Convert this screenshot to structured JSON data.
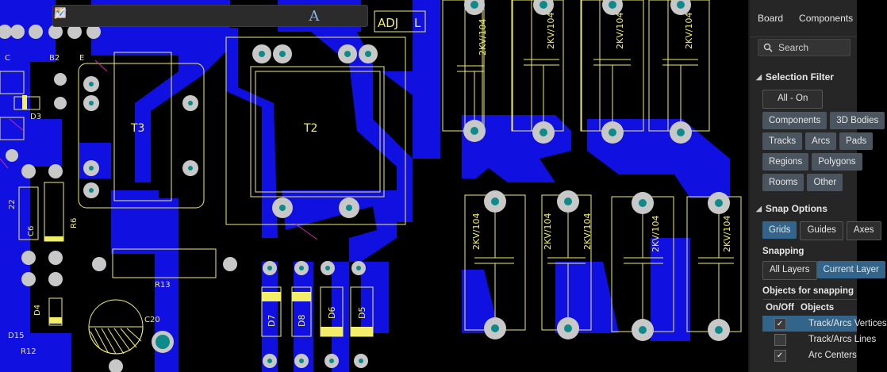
{
  "toolbar": {
    "icons": [
      "filter-icon",
      "route-icon",
      "crosshair-icon",
      "select-rect-icon",
      "chart-icon",
      "component-icon",
      "interactive-route-icon",
      "diff-pair-icon",
      "pin-icon",
      "polygon-icon",
      "keepout-icon",
      "net-icon",
      "string-icon",
      "line-icon"
    ],
    "text_tool": "A"
  },
  "pcb": {
    "designators": {
      "t3": "T3",
      "t2": "T2",
      "r13": "R13",
      "c20": "C20",
      "d7": "D7",
      "d8": "D8",
      "d6": "D6",
      "d5": "D5",
      "d4": "D4",
      "d3": "D3",
      "d15": "D15",
      "r12": "R12",
      "r6": "R6",
      "c6": "C6",
      "c": "C",
      "b2": "B2",
      "e": "E",
      "adj": "ADJ",
      "l": "L",
      "v22": "22"
    },
    "cap_value": "2KV/104",
    "colors": {
      "copper": "#1010e0",
      "silk": "#f2ee6a",
      "pad": "#c8c8c8",
      "hole": "#0e8a8a",
      "magenta": "#cc2aa0",
      "bg": "#000000"
    }
  },
  "panel": {
    "tabs": [
      "Board",
      "Components"
    ],
    "search_placeholder": "Search",
    "selection_filter": {
      "title": "Selection Filter",
      "all_on": "All - On",
      "chips_row1": [
        "Components",
        "3D Bodies"
      ],
      "chips_row2": [
        "Tracks",
        "Arcs",
        "Pads"
      ],
      "chips_row3": [
        "Regions",
        "Polygons"
      ],
      "chips_row4": [
        "Rooms",
        "Other"
      ]
    },
    "snap_options": {
      "title": "Snap Options",
      "buttons": [
        "Grids",
        "Guides",
        "Axes"
      ],
      "snapping_label": "Snapping",
      "snapping_modes": [
        "All Layers",
        "Current Layer"
      ],
      "objects_label": "Objects for snapping",
      "col_onoff": "On/Off",
      "col_objects": "Objects",
      "rows": [
        {
          "label": "Track/Arcs Vertices",
          "checked": true,
          "highlight": true
        },
        {
          "label": "Track/Arcs Lines",
          "checked": false,
          "highlight": false
        },
        {
          "label": "Arc Centers",
          "checked": true,
          "highlight": false
        }
      ]
    }
  }
}
